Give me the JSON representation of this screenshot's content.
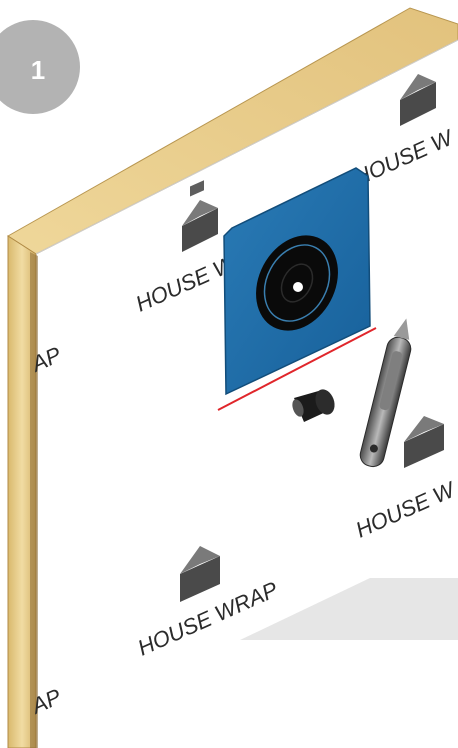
{
  "step_badge": {
    "number": "1"
  },
  "wrap_labels": [
    "HOUSE W",
    "HOUSE W",
    "AP",
    "HOUSE W",
    "HOUSE WRAP",
    "AP"
  ],
  "colors": {
    "wood": "#e8cf8e",
    "wood_dark": "#c9a75c",
    "wall": "#ffffff",
    "flashing_blue": "#1f6fa8",
    "cut_line": "#e0262b",
    "badge": "#b3b3b3"
  },
  "icons": [
    "house-logo-icon",
    "utility-knife-icon",
    "pipe-fitting-icon"
  ]
}
